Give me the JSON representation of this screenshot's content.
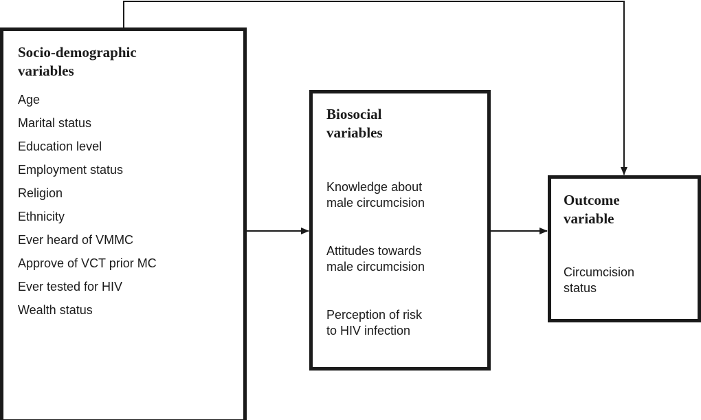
{
  "socio": {
    "title_line1": "Socio-demographic",
    "title_line2": "variables",
    "items": [
      "Age",
      "Marital status",
      "Education level",
      "Employment status",
      "Religion",
      "Ethnicity",
      "Ever heard of VMMC",
      "Approve of VCT prior MC",
      "Ever tested for HIV",
      "Wealth status"
    ]
  },
  "biosocial": {
    "title_line1": "Biosocial",
    "title_line2": "variables",
    "items": [
      {
        "line1": "Knowledge about",
        "line2": "male circumcision"
      },
      {
        "line1": "Attitudes towards",
        "line2": "male circumcision"
      },
      {
        "line1": "Perception of risk",
        "line2": "to HIV infection"
      }
    ]
  },
  "outcome": {
    "title_line1": "Outcome",
    "title_line2": "variable",
    "item_line1": "Circumcision",
    "item_line2": "status"
  },
  "colors": {
    "stroke": "#1a1a1a",
    "background": "#ffffff"
  }
}
